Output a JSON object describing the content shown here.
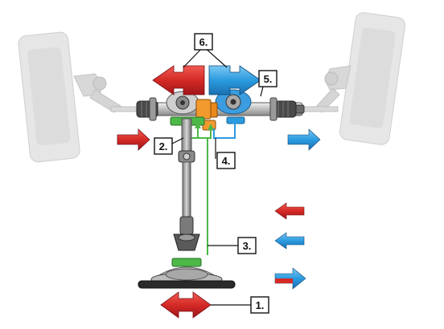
{
  "labels": {
    "one": "1.",
    "two": "2.",
    "three": "3.",
    "four": "4.",
    "five": "5.",
    "six": "6."
  },
  "colors": {
    "red": "#d42a26",
    "blue": "#2b9be0",
    "green": "#4cb848",
    "orange": "#e8891c",
    "line": "#111111"
  }
}
